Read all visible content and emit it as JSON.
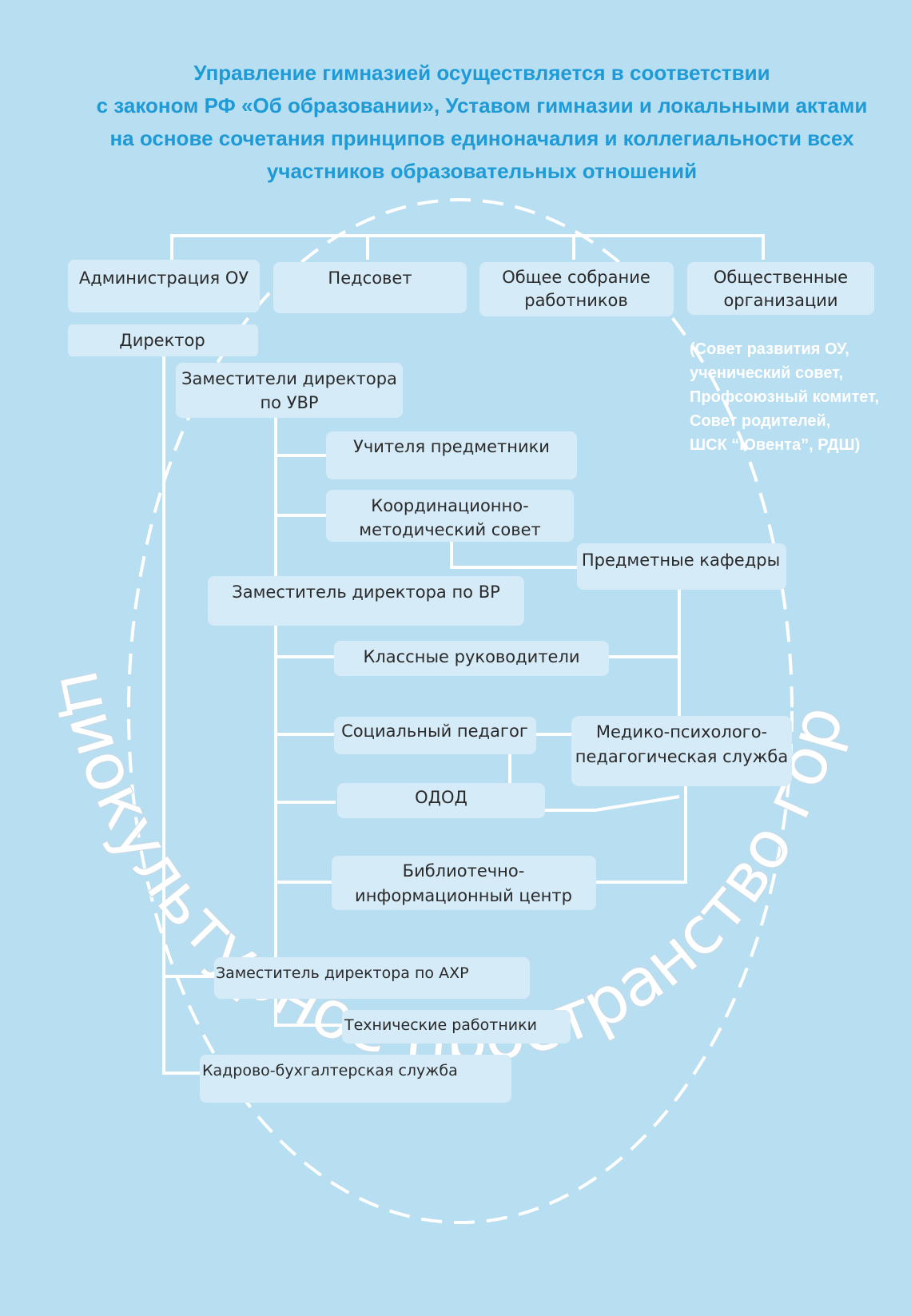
{
  "header": {
    "lines": [
      "Управление гимназией осуществляется в соответствии",
      "с законом РФ «Об образовании», Уставом гимназии и локальными актами",
      "на основе сочетания принципов единоначалия и коллегиальности  всех",
      "участников образовательных отношений"
    ]
  },
  "top_boxes": {
    "administration": "Администрация  ОУ",
    "pedsovet": "Педсовет",
    "general_meeting": [
      "Общее собрание",
      "работников"
    ],
    "public_orgs": [
      "Общественные",
      "организации"
    ]
  },
  "public_orgs_list": [
    "(Совет развития ОУ,",
    "ученический совет,",
    "Профсоюзный комитет,",
    "Совет родителей,",
    "ШСК “Ювента”, РДШ)"
  ],
  "boxes": {
    "director": "Директор",
    "deputy_uvr": [
      "Заместители директора",
      "по УВР"
    ],
    "subject_teachers": "Учителя предметники",
    "coord_council": [
      "Координационно-",
      "методический совет"
    ],
    "subject_depts": "Предметные кафедры",
    "deputy_vr": "Заместитель директора по ВР",
    "class_teachers": "Классные руководители",
    "social_teacher": "Социальный педагог",
    "medical_service": [
      "Медико-психолого-",
      "педагогическая служба"
    ],
    "odod": "ОДОД",
    "library": [
      "Библиотечно-",
      "информационный центр"
    ],
    "deputy_ahr": "Заместитель директора по АХР",
    "tech_workers": "Технические работники",
    "hr_accounting": "Кадрово-бухгалтерская служба"
  },
  "arc_text": "Социокультурное пространство города",
  "colors": {
    "background": "#b8def1",
    "box": "#d6ebf8",
    "header_text": "#1e9ad6",
    "lines": "#ffffff"
  }
}
